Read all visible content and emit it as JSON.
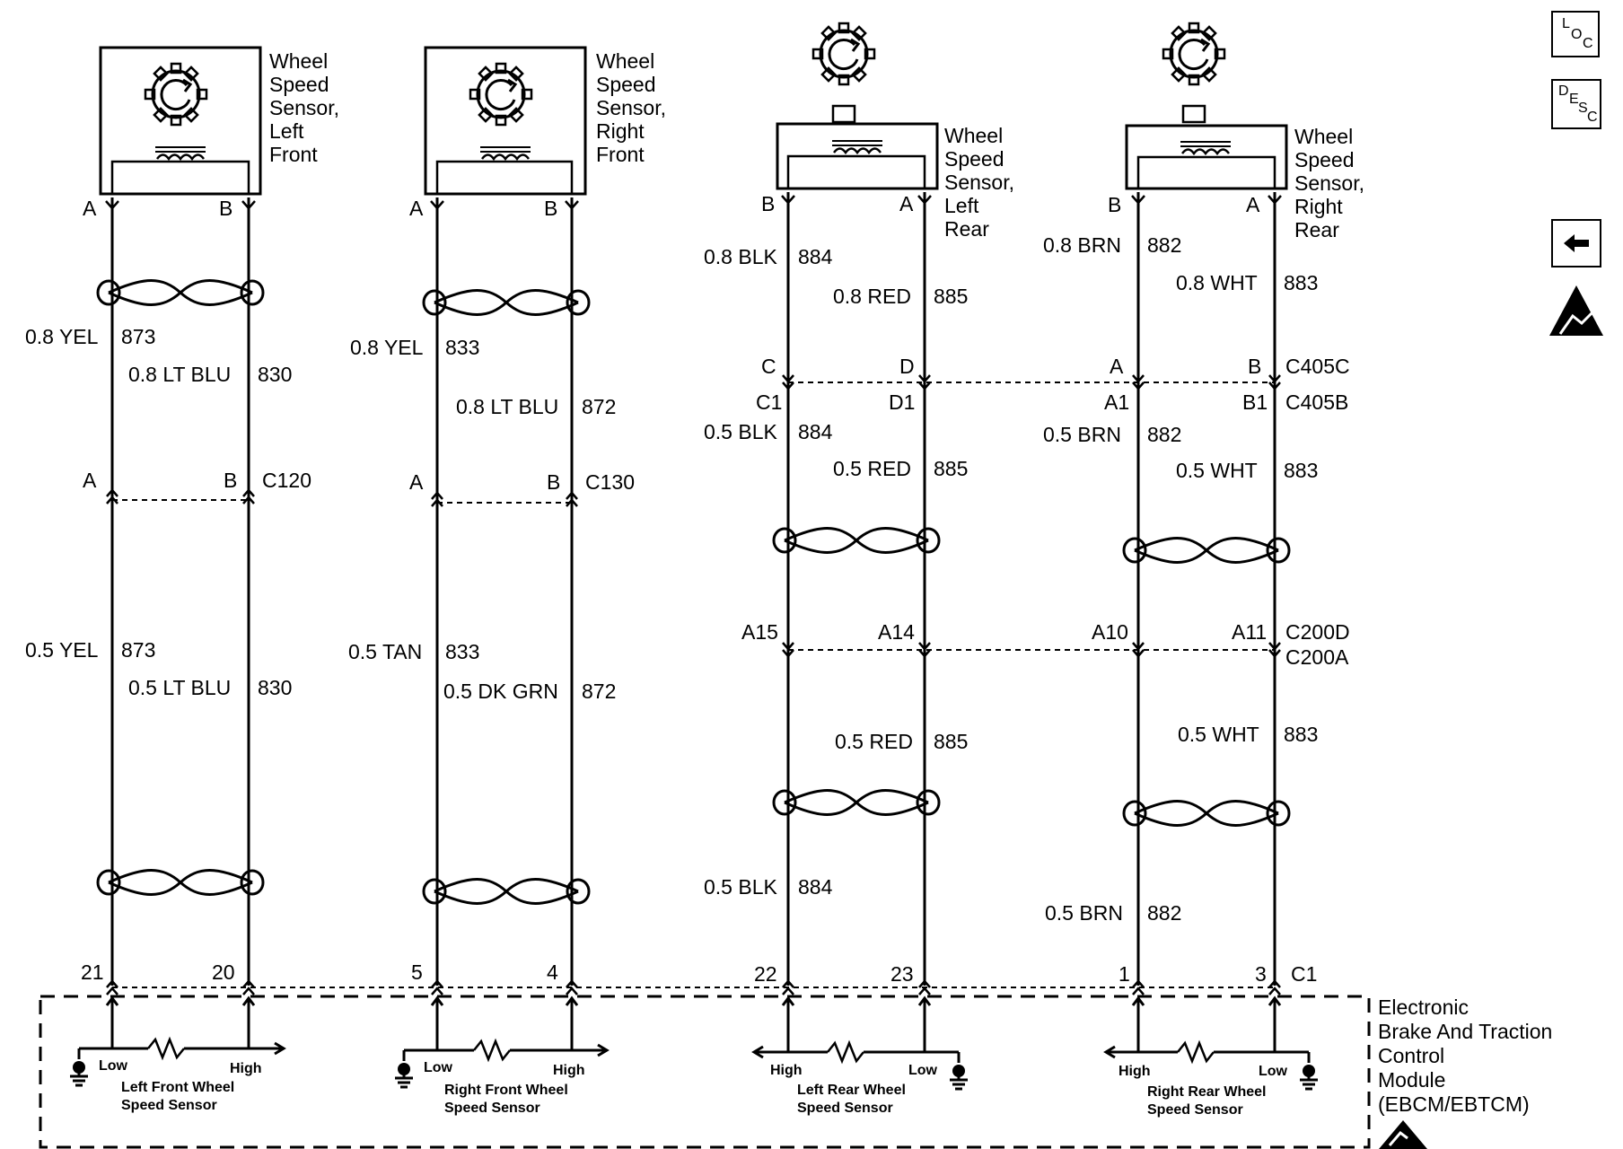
{
  "sensors": {
    "lf": {
      "title": [
        "Wheel",
        "Speed",
        "Sensor,",
        "Left",
        "Front"
      ],
      "pin1": "A",
      "pin2": "B"
    },
    "rf": {
      "title": [
        "Wheel",
        "Speed",
        "Sensor,",
        "Right",
        "Front"
      ],
      "pin1": "A",
      "pin2": "B"
    },
    "lr": {
      "title": [
        "Wheel",
        "Speed",
        "Sensor,",
        "Left",
        "Rear"
      ],
      "pin1": "B",
      "pin2": "A"
    },
    "rr": {
      "title": [
        "Wheel",
        "Speed",
        "Sensor,",
        "Right",
        "Rear"
      ],
      "pin1": "B",
      "pin2": "A"
    }
  },
  "wires": {
    "lf_top_1": {
      "color": "0.8 YEL",
      "circuit": "873"
    },
    "lf_top_2": {
      "color": "0.8 LT BLU",
      "circuit": "830"
    },
    "lf_bot_1": {
      "color": "0.5 YEL",
      "circuit": "873"
    },
    "lf_bot_2": {
      "color": "0.5 LT BLU",
      "circuit": "830"
    },
    "rf_top_1": {
      "color": "0.8 YEL",
      "circuit": "833"
    },
    "rf_top_2": {
      "color": "0.8 LT BLU",
      "circuit": "872"
    },
    "rf_bot_1": {
      "color": "0.5 TAN",
      "circuit": "833"
    },
    "rf_bot_2": {
      "color": "0.5 DK GRN",
      "circuit": "872"
    },
    "lr_top_1": {
      "color": "0.8 BLK",
      "circuit": "884"
    },
    "lr_top_2": {
      "color": "0.8 RED",
      "circuit": "885"
    },
    "lr_mid_1": {
      "color": "0.5 BLK",
      "circuit": "884"
    },
    "lr_mid_2": {
      "color": "0.5 RED",
      "circuit": "885"
    },
    "lr_low_2": {
      "color": "0.5 RED",
      "circuit": "885"
    },
    "lr_low_1": {
      "color": "0.5 BLK",
      "circuit": "884"
    },
    "rr_top_1": {
      "color": "0.8 BRN",
      "circuit": "882"
    },
    "rr_top_2": {
      "color": "0.8 WHT",
      "circuit": "883"
    },
    "rr_mid_1": {
      "color": "0.5 BRN",
      "circuit": "882"
    },
    "rr_mid_2": {
      "color": "0.5 WHT",
      "circuit": "883"
    },
    "rr_low_2": {
      "color": "0.5 WHT",
      "circuit": "883"
    },
    "rr_low_1": {
      "color": "0.5 BRN",
      "circuit": "882"
    }
  },
  "connectors": {
    "c120": {
      "name": "C120",
      "pin1": "A",
      "pin2": "B"
    },
    "c130": {
      "name": "C130",
      "pin1": "A",
      "pin2": "B"
    },
    "c405c": {
      "name": "C405C",
      "pins": [
        "C",
        "D",
        "A",
        "B"
      ]
    },
    "c405b": {
      "name": "C405B",
      "pins": [
        "C1",
        "D1",
        "A1",
        "B1"
      ]
    },
    "c200d": {
      "name": "C200D",
      "pins": [
        "A15",
        "A14",
        "A10",
        "A11"
      ]
    },
    "c200a": {
      "name": "C200A"
    },
    "c1": {
      "name": "C1",
      "pins": [
        "21",
        "20",
        "5",
        "4",
        "22",
        "23",
        "1",
        "3"
      ]
    }
  },
  "module": {
    "name": [
      "Electronic",
      "Brake And Traction",
      "Control",
      "Module",
      "(EBCM/EBTCM)"
    ],
    "low": "Low",
    "high": "High",
    "lf_label": [
      "Left Front Wheel",
      "Speed Sensor"
    ],
    "rf_label": [
      "Right Front Wheel",
      "Speed Sensor"
    ],
    "lr_label": [
      "Left Rear Wheel",
      "Speed Sensor"
    ],
    "rr_label": [
      "Right Rear Wheel",
      "Speed Sensor"
    ]
  },
  "side": {
    "loc": [
      "L",
      "O",
      "C"
    ],
    "desc": [
      "D",
      "E",
      "S",
      "C"
    ]
  }
}
